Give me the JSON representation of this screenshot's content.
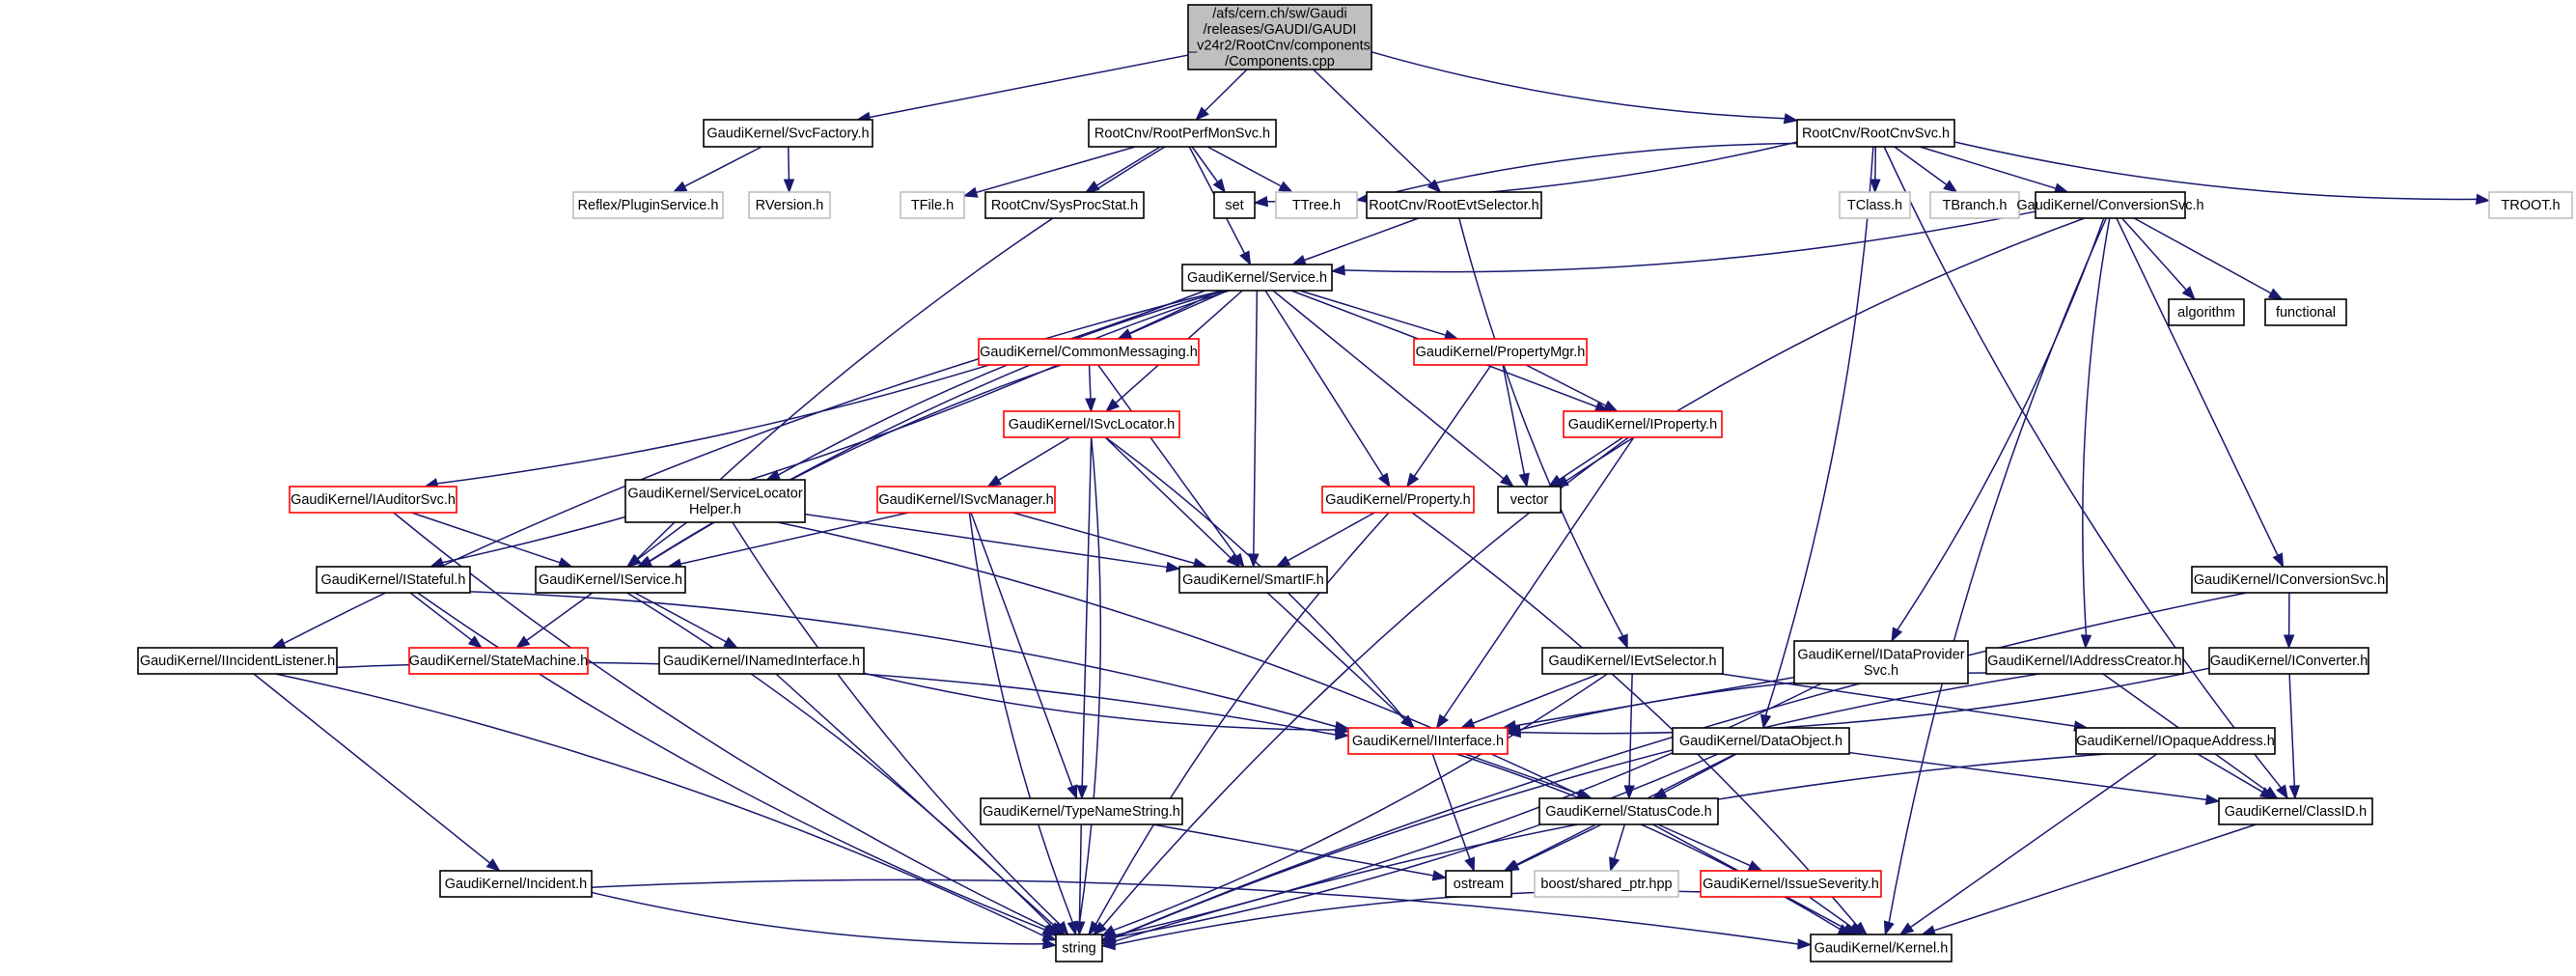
{
  "title": "Include dependency graph for Components.cpp",
  "colors": {
    "edge": "#191970",
    "root_fill": "#bfbfbf",
    "node_fill": "#ffffff",
    "documented_border": "#000000",
    "truncated_border": "#ff0000",
    "external_border": "#bfbfbf"
  },
  "nodes": [
    {
      "id": "root",
      "lines": [
        "/afs/cern.ch/sw/Gaudi",
        "/releases/GAUDI/GAUDI",
        "_v24r2/RootCnv/components",
        "/Components.cpp"
      ],
      "kind": "root"
    },
    {
      "id": "svcfactory",
      "lines": [
        "GaudiKernel/SvcFactory.h"
      ],
      "kind": "documented"
    },
    {
      "id": "rootperfmonsvc",
      "lines": [
        "RootCnv/RootPerfMonSvc.h"
      ],
      "kind": "documented"
    },
    {
      "id": "rootcnvsvc",
      "lines": [
        "RootCnv/RootCnvSvc.h"
      ],
      "kind": "documented"
    },
    {
      "id": "pluginservice",
      "lines": [
        "Reflex/PluginService.h"
      ],
      "kind": "external"
    },
    {
      "id": "rversion",
      "lines": [
        "RVersion.h"
      ],
      "kind": "external"
    },
    {
      "id": "tfile",
      "lines": [
        "TFile.h"
      ],
      "kind": "external"
    },
    {
      "id": "sysprocstat",
      "lines": [
        "RootCnv/SysProcStat.h"
      ],
      "kind": "documented"
    },
    {
      "id": "set",
      "lines": [
        "set"
      ],
      "kind": "documented"
    },
    {
      "id": "ttree",
      "lines": [
        "TTree.h"
      ],
      "kind": "external"
    },
    {
      "id": "rootevtselector",
      "lines": [
        "RootCnv/RootEvtSelector.h"
      ],
      "kind": "documented"
    },
    {
      "id": "tclass",
      "lines": [
        "TClass.h"
      ],
      "kind": "external"
    },
    {
      "id": "tbranch",
      "lines": [
        "TBranch.h"
      ],
      "kind": "external"
    },
    {
      "id": "conversionsvc",
      "lines": [
        "GaudiKernel/ConversionSvc.h"
      ],
      "kind": "documented"
    },
    {
      "id": "troot",
      "lines": [
        "TROOT.h"
      ],
      "kind": "external"
    },
    {
      "id": "service",
      "lines": [
        "GaudiKernel/Service.h"
      ],
      "kind": "documented"
    },
    {
      "id": "algorithm",
      "lines": [
        "algorithm"
      ],
      "kind": "documented"
    },
    {
      "id": "functional",
      "lines": [
        "functional"
      ],
      "kind": "documented"
    },
    {
      "id": "commonmessaging",
      "lines": [
        "GaudiKernel/CommonMessaging.h"
      ],
      "kind": "truncated"
    },
    {
      "id": "propertymgr",
      "lines": [
        "GaudiKernel/PropertyMgr.h"
      ],
      "kind": "truncated"
    },
    {
      "id": "isvclocator",
      "lines": [
        "GaudiKernel/ISvcLocator.h"
      ],
      "kind": "truncated"
    },
    {
      "id": "iproperty",
      "lines": [
        "GaudiKernel/IProperty.h"
      ],
      "kind": "truncated"
    },
    {
      "id": "iauditorsvc",
      "lines": [
        "GaudiKernel/IAuditorSvc.h"
      ],
      "kind": "truncated"
    },
    {
      "id": "servicelocatorhelper",
      "lines": [
        "GaudiKernel/ServiceLocator",
        "Helper.h"
      ],
      "kind": "documented"
    },
    {
      "id": "isvcmanager",
      "lines": [
        "GaudiKernel/ISvcManager.h"
      ],
      "kind": "truncated"
    },
    {
      "id": "property",
      "lines": [
        "GaudiKernel/Property.h"
      ],
      "kind": "truncated"
    },
    {
      "id": "vector",
      "lines": [
        "vector"
      ],
      "kind": "documented"
    },
    {
      "id": "istateful",
      "lines": [
        "GaudiKernel/IStateful.h"
      ],
      "kind": "documented"
    },
    {
      "id": "iservice",
      "lines": [
        "GaudiKernel/IService.h"
      ],
      "kind": "documented"
    },
    {
      "id": "smartif",
      "lines": [
        "GaudiKernel/SmartIF.h"
      ],
      "kind": "documented"
    },
    {
      "id": "iconversionsvc",
      "lines": [
        "GaudiKernel/IConversionSvc.h"
      ],
      "kind": "documented"
    },
    {
      "id": "iincidentlistener",
      "lines": [
        "GaudiKernel/IIncidentListener.h"
      ],
      "kind": "documented"
    },
    {
      "id": "statemachine",
      "lines": [
        "GaudiKernel/StateMachine.h"
      ],
      "kind": "truncated"
    },
    {
      "id": "inamedinterface",
      "lines": [
        "GaudiKernel/INamedInterface.h"
      ],
      "kind": "documented"
    },
    {
      "id": "ievtselector",
      "lines": [
        "GaudiKernel/IEvtSelector.h"
      ],
      "kind": "documented"
    },
    {
      "id": "idataprovidersvc",
      "lines": [
        "GaudiKernel/IDataProvider",
        "Svc.h"
      ],
      "kind": "documented"
    },
    {
      "id": "iaddresscreator",
      "lines": [
        "GaudiKernel/IAddressCreator.h"
      ],
      "kind": "documented"
    },
    {
      "id": "iconverter",
      "lines": [
        "GaudiKernel/IConverter.h"
      ],
      "kind": "documented"
    },
    {
      "id": "iinterface",
      "lines": [
        "GaudiKernel/IInterface.h"
      ],
      "kind": "truncated"
    },
    {
      "id": "dataobject",
      "lines": [
        "GaudiKernel/DataObject.h"
      ],
      "kind": "documented"
    },
    {
      "id": "iopaqueaddress",
      "lines": [
        "GaudiKernel/IOpaqueAddress.h"
      ],
      "kind": "documented"
    },
    {
      "id": "typenamestring",
      "lines": [
        "GaudiKernel/TypeNameString.h"
      ],
      "kind": "documented"
    },
    {
      "id": "statuscode",
      "lines": [
        "GaudiKernel/StatusCode.h"
      ],
      "kind": "documented"
    },
    {
      "id": "classid",
      "lines": [
        "GaudiKernel/ClassID.h"
      ],
      "kind": "documented"
    },
    {
      "id": "incident",
      "lines": [
        "GaudiKernel/Incident.h"
      ],
      "kind": "documented"
    },
    {
      "id": "ostream",
      "lines": [
        "ostream"
      ],
      "kind": "documented"
    },
    {
      "id": "sharedptr",
      "lines": [
        "boost/shared_ptr.hpp"
      ],
      "kind": "external"
    },
    {
      "id": "issueseverity",
      "lines": [
        "GaudiKernel/IssueSeverity.h"
      ],
      "kind": "truncated"
    },
    {
      "id": "string",
      "lines": [
        "string"
      ],
      "kind": "documented"
    },
    {
      "id": "kernel",
      "lines": [
        "GaudiKernel/Kernel.h"
      ],
      "kind": "documented"
    }
  ],
  "edges": [
    [
      "root",
      "svcfactory"
    ],
    [
      "root",
      "rootperfmonsvc"
    ],
    [
      "root",
      "rootevtselector"
    ],
    [
      "root",
      "rootcnvsvc"
    ],
    [
      "svcfactory",
      "pluginservice"
    ],
    [
      "svcfactory",
      "rversion"
    ],
    [
      "rootperfmonsvc",
      "tfile"
    ],
    [
      "rootperfmonsvc",
      "sysprocstat"
    ],
    [
      "rootperfmonsvc",
      "set"
    ],
    [
      "rootperfmonsvc",
      "ttree"
    ],
    [
      "rootperfmonsvc",
      "service"
    ],
    [
      "rootperfmonsvc",
      "iservice"
    ],
    [
      "rootcnvsvc",
      "set"
    ],
    [
      "rootcnvsvc",
      "ttree"
    ],
    [
      "rootcnvsvc",
      "tclass"
    ],
    [
      "rootcnvsvc",
      "tbranch"
    ],
    [
      "rootcnvsvc",
      "conversionsvc"
    ],
    [
      "rootcnvsvc",
      "troot"
    ],
    [
      "rootcnvsvc",
      "dataobject"
    ],
    [
      "rootcnvsvc",
      "classid"
    ],
    [
      "rootevtselector",
      "service"
    ],
    [
      "rootevtselector",
      "ievtselector"
    ],
    [
      "conversionsvc",
      "service"
    ],
    [
      "conversionsvc",
      "algorithm"
    ],
    [
      "conversionsvc",
      "functional"
    ],
    [
      "conversionsvc",
      "vector"
    ],
    [
      "conversionsvc",
      "idataprovidersvc"
    ],
    [
      "conversionsvc",
      "iaddresscreator"
    ],
    [
      "conversionsvc",
      "iconversionsvc"
    ],
    [
      "conversionsvc",
      "kernel"
    ],
    [
      "service",
      "commonmessaging"
    ],
    [
      "service",
      "propertymgr"
    ],
    [
      "service",
      "isvclocator"
    ],
    [
      "service",
      "iproperty"
    ],
    [
      "service",
      "iauditorsvc"
    ],
    [
      "service",
      "servicelocatorhelper"
    ],
    [
      "service",
      "property"
    ],
    [
      "service",
      "vector"
    ],
    [
      "service",
      "istateful"
    ],
    [
      "service",
      "iservice"
    ],
    [
      "service",
      "smartif"
    ],
    [
      "service",
      "iincidentlistener"
    ],
    [
      "commonmessaging",
      "isvclocator"
    ],
    [
      "commonmessaging",
      "iservice"
    ],
    [
      "commonmessaging",
      "smartif"
    ],
    [
      "propertymgr",
      "iproperty"
    ],
    [
      "propertymgr",
      "property"
    ],
    [
      "propertymgr",
      "vector"
    ],
    [
      "isvclocator",
      "isvcmanager"
    ],
    [
      "isvclocator",
      "smartif"
    ],
    [
      "isvclocator",
      "iinterface"
    ],
    [
      "isvclocator",
      "typenamestring"
    ],
    [
      "isvclocator",
      "string"
    ],
    [
      "iproperty",
      "vector"
    ],
    [
      "iproperty",
      "iinterface"
    ],
    [
      "iproperty",
      "string"
    ],
    [
      "iauditorsvc",
      "iservice"
    ],
    [
      "iauditorsvc",
      "string"
    ],
    [
      "servicelocatorhelper",
      "iservice"
    ],
    [
      "servicelocatorhelper",
      "smartif"
    ],
    [
      "servicelocatorhelper",
      "statuscode"
    ],
    [
      "servicelocatorhelper",
      "string"
    ],
    [
      "isvcmanager",
      "iservice"
    ],
    [
      "isvcmanager",
      "smartif"
    ],
    [
      "isvcmanager",
      "typenamestring"
    ],
    [
      "isvcmanager",
      "string"
    ],
    [
      "property",
      "smartif"
    ],
    [
      "property",
      "string"
    ],
    [
      "property",
      "kernel"
    ],
    [
      "istateful",
      "statemachine"
    ],
    [
      "istateful",
      "iinterface"
    ],
    [
      "istateful",
      "string"
    ],
    [
      "iservice",
      "statemachine"
    ],
    [
      "iservice",
      "inamedinterface"
    ],
    [
      "iservice",
      "string"
    ],
    [
      "smartif",
      "iinterface"
    ],
    [
      "iconversionsvc",
      "iconverter"
    ],
    [
      "iconversionsvc",
      "string"
    ],
    [
      "iincidentlistener",
      "iinterface"
    ],
    [
      "iincidentlistener",
      "incident"
    ],
    [
      "iincidentlistener",
      "string"
    ],
    [
      "inamedinterface",
      "iinterface"
    ],
    [
      "inamedinterface",
      "string"
    ],
    [
      "ievtselector",
      "iinterface"
    ],
    [
      "ievtselector",
      "statuscode"
    ],
    [
      "ievtselector",
      "iopaqueaddress"
    ],
    [
      "ievtselector",
      "string"
    ],
    [
      "idataprovidersvc",
      "iinterface"
    ],
    [
      "idataprovidersvc",
      "string"
    ],
    [
      "iaddresscreator",
      "iinterface"
    ],
    [
      "iaddresscreator",
      "classid"
    ],
    [
      "iaddresscreator",
      "string"
    ],
    [
      "iconverter",
      "iinterface"
    ],
    [
      "iconverter",
      "classid"
    ],
    [
      "iinterface",
      "statuscode"
    ],
    [
      "iinterface",
      "ostream"
    ],
    [
      "iinterface",
      "kernel"
    ],
    [
      "dataobject",
      "statuscode"
    ],
    [
      "dataobject",
      "classid"
    ],
    [
      "dataobject",
      "ostream"
    ],
    [
      "dataobject",
      "string"
    ],
    [
      "iopaqueaddress",
      "classid"
    ],
    [
      "iopaqueaddress",
      "kernel"
    ],
    [
      "iopaqueaddress",
      "string"
    ],
    [
      "typenamestring",
      "string"
    ],
    [
      "typenamestring",
      "ostream"
    ],
    [
      "statuscode",
      "ostream"
    ],
    [
      "statuscode",
      "sharedptr"
    ],
    [
      "statuscode",
      "issueseverity"
    ],
    [
      "statuscode",
      "kernel"
    ],
    [
      "classid",
      "kernel"
    ],
    [
      "incident",
      "string"
    ],
    [
      "incident",
      "kernel"
    ],
    [
      "issueseverity",
      "string"
    ],
    [
      "issueseverity",
      "kernel"
    ]
  ]
}
